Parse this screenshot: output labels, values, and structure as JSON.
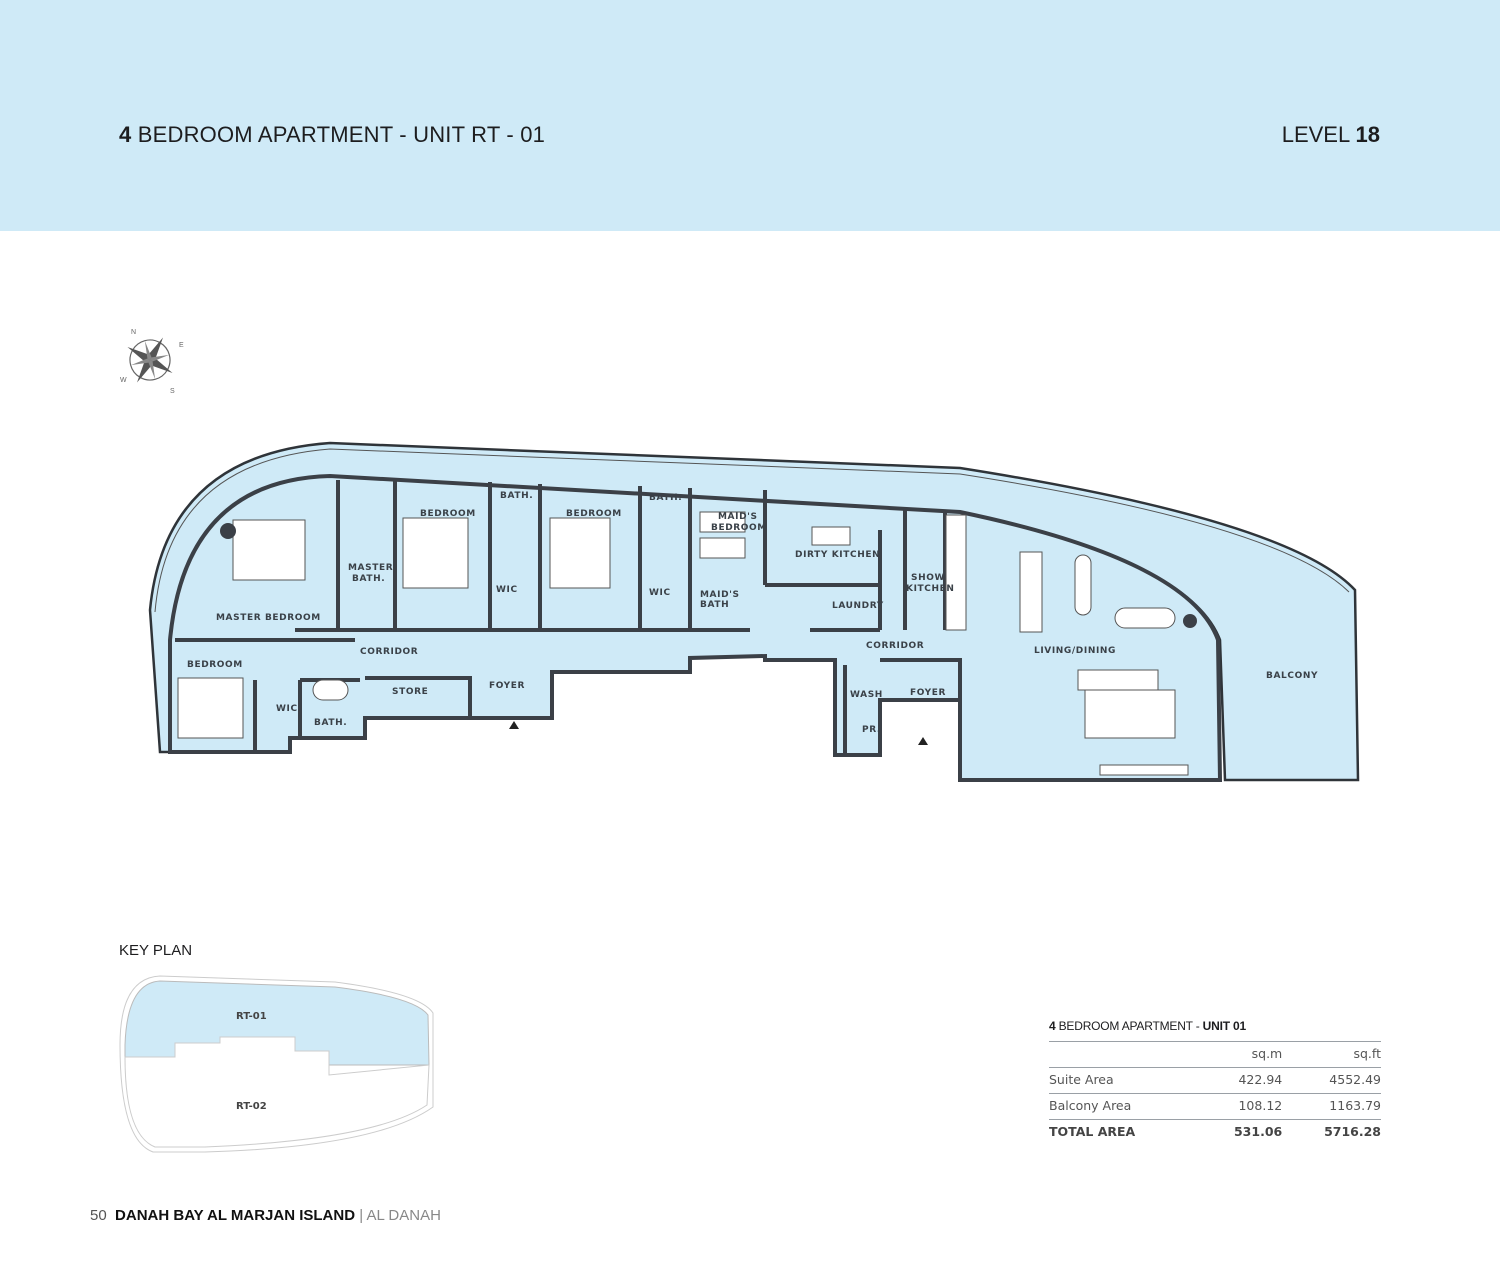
{
  "header": {
    "title_bold": "4",
    "title_main": " BEDROOM APARTMENT - ",
    "title_unit": "UNIT RT - 01",
    "level_label": "LEVEL ",
    "level_number": "18"
  },
  "compass": {
    "n": "N",
    "e": "E",
    "s": "S",
    "w": "W"
  },
  "floor_plan": {
    "rooms": {
      "master_bedroom": "MASTER BEDROOM",
      "master_bath_1": "MASTER",
      "master_bath_2": "BATH.",
      "bedroom_1": "BEDROOM",
      "bath_1": "BATH.",
      "wic_1": "WIC",
      "bedroom_2": "BEDROOM",
      "bath_2": "BATH.",
      "wic_2": "WIC",
      "maids_bedroom_1": "MAID'S",
      "maids_bedroom_2": "BEDROOM",
      "maids_bath_1": "MAID'S",
      "maids_bath_2": "BATH",
      "dirty_kitchen": "DIRTY KITCHEN",
      "laundry": "LAUNDRY",
      "show_kitchen_1": "SHOW",
      "show_kitchen_2": "KITCHEN",
      "corridor_1": "CORRIDOR",
      "corridor_2": "CORRIDOR",
      "bedroom_3": "BEDROOM",
      "wic_3": "WIC",
      "bath_3": "BATH.",
      "store": "STORE",
      "foyer_1": "FOYER",
      "wash": "WASH",
      "pr": "PR.",
      "foyer_2": "FOYER",
      "living_dining": "LIVING/DINING",
      "balcony": "BALCONY"
    }
  },
  "key_plan": {
    "label": "KEY PLAN",
    "unit_1": "RT-01",
    "unit_2": "RT-02"
  },
  "area_table": {
    "title_bold": "4",
    "title_main": " BEDROOM APARTMENT - ",
    "title_unit": "UNIT 01",
    "columns": [
      "",
      "sq.m",
      "sq.ft"
    ],
    "rows": [
      {
        "label": "Suite Area",
        "sqm": "422.94",
        "sqft": "4552.49"
      },
      {
        "label": "Balcony Area",
        "sqm": "108.12",
        "sqft": "1163.79"
      },
      {
        "label": "TOTAL AREA",
        "sqm": "531.06",
        "sqft": "5716.28"
      }
    ]
  },
  "footer": {
    "page": "50",
    "project": "DANAH BAY AL MARJAN ISLAND",
    "separator": " | ",
    "subtitle": "AL DANAH"
  },
  "colors": {
    "header_bg": "#cfeaf7",
    "plan_fill": "#cfeaf7",
    "wall": "#3b4047"
  }
}
